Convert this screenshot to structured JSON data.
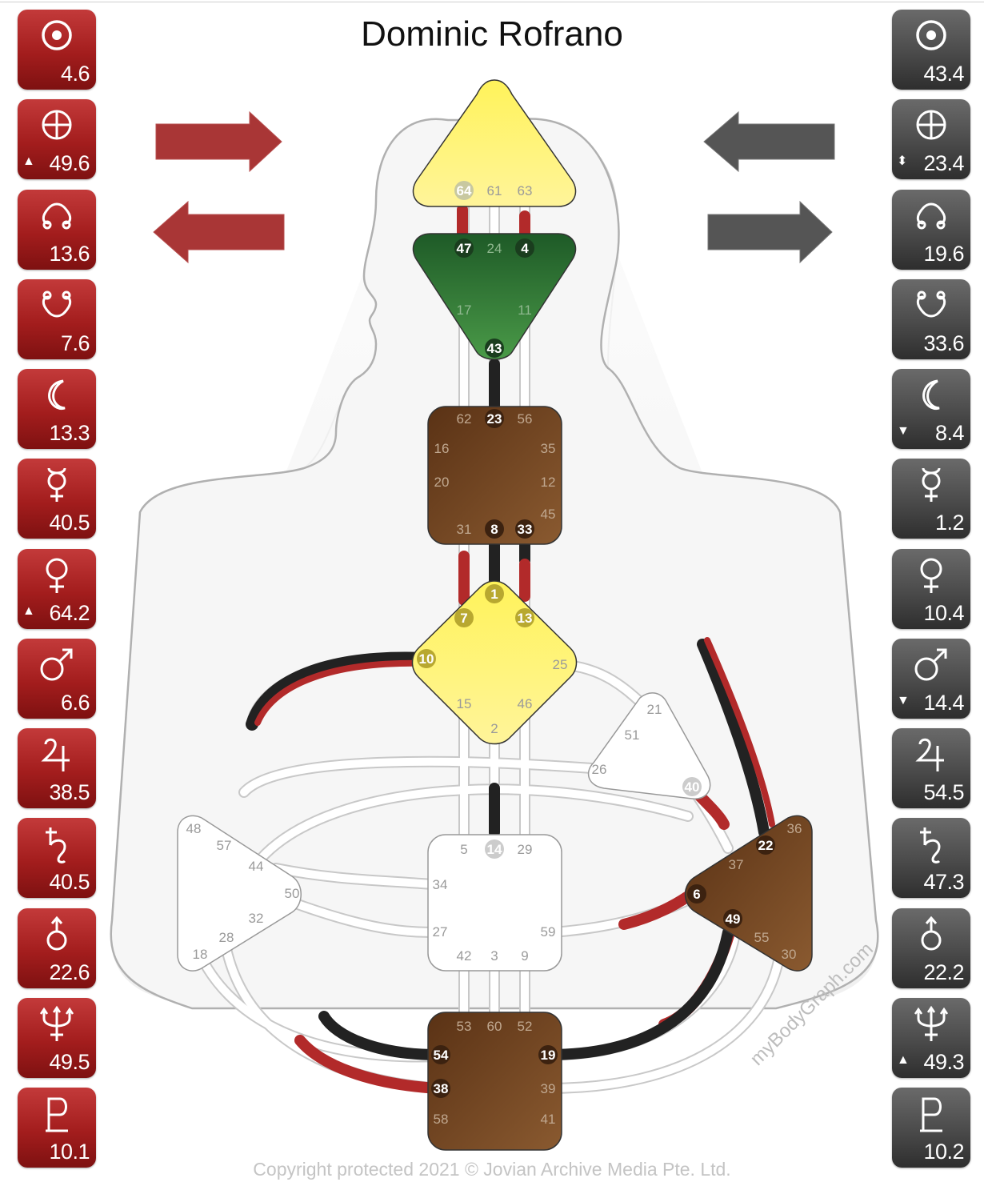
{
  "title": "Dominic Rofrano",
  "watermark": "myBodyGraph.com",
  "copyright": "Copyright protected 2021 © Jovian Archive Media Pte. Ltd.",
  "colors": {
    "design": "#b22a2a",
    "personality": "#2a2a2a",
    "head": "#fff05a",
    "ajna": "#2e7d35",
    "brown": "#6b3f1f",
    "open": "#ffffff"
  },
  "design_planets": [
    {
      "icon": "sun-icon",
      "value": "4.6",
      "mark": ""
    },
    {
      "icon": "earth-icon",
      "value": "49.6",
      "mark": "▲"
    },
    {
      "icon": "north-node-icon",
      "value": "13.6",
      "mark": ""
    },
    {
      "icon": "south-node-icon",
      "value": "7.6",
      "mark": ""
    },
    {
      "icon": "moon-icon",
      "value": "13.3",
      "mark": ""
    },
    {
      "icon": "mercury-icon",
      "value": "40.5",
      "mark": ""
    },
    {
      "icon": "venus-icon",
      "value": "64.2",
      "mark": "▲"
    },
    {
      "icon": "mars-icon",
      "value": "6.6",
      "mark": ""
    },
    {
      "icon": "jupiter-icon",
      "value": "38.5",
      "mark": ""
    },
    {
      "icon": "saturn-icon",
      "value": "40.5",
      "mark": ""
    },
    {
      "icon": "uranus-icon",
      "value": "22.6",
      "mark": ""
    },
    {
      "icon": "neptune-icon",
      "value": "49.5",
      "mark": ""
    },
    {
      "icon": "pluto-icon",
      "value": "10.1",
      "mark": ""
    }
  ],
  "personality_planets": [
    {
      "icon": "sun-icon",
      "value": "43.4",
      "mark": ""
    },
    {
      "icon": "earth-icon",
      "value": "23.4",
      "mark": "⬍"
    },
    {
      "icon": "north-node-icon",
      "value": "19.6",
      "mark": ""
    },
    {
      "icon": "south-node-icon",
      "value": "33.6",
      "mark": ""
    },
    {
      "icon": "moon-icon",
      "value": "8.4",
      "mark": "▼"
    },
    {
      "icon": "mercury-icon",
      "value": "1.2",
      "mark": ""
    },
    {
      "icon": "venus-icon",
      "value": "10.4",
      "mark": ""
    },
    {
      "icon": "mars-icon",
      "value": "14.4",
      "mark": "▼"
    },
    {
      "icon": "jupiter-icon",
      "value": "54.5",
      "mark": ""
    },
    {
      "icon": "saturn-icon",
      "value": "47.3",
      "mark": ""
    },
    {
      "icon": "uranus-icon",
      "value": "22.2",
      "mark": ""
    },
    {
      "icon": "neptune-icon",
      "value": "49.3",
      "mark": "▲"
    },
    {
      "icon": "pluto-icon",
      "value": "10.2",
      "mark": ""
    }
  ],
  "centers": [
    {
      "name": "head",
      "defined": true,
      "gates": [
        "64",
        "61",
        "63"
      ]
    },
    {
      "name": "ajna",
      "defined": true,
      "gates": [
        "47",
        "24",
        "4",
        "17",
        "11",
        "43"
      ]
    },
    {
      "name": "throat",
      "defined": true,
      "gates": [
        "62",
        "23",
        "56",
        "16",
        "35",
        "20",
        "12",
        "45",
        "31",
        "8",
        "33"
      ]
    },
    {
      "name": "g",
      "defined": true,
      "gates": [
        "1",
        "7",
        "13",
        "10",
        "25",
        "15",
        "46",
        "2"
      ]
    },
    {
      "name": "heart",
      "defined": false,
      "gates": [
        "21",
        "51",
        "26",
        "40"
      ]
    },
    {
      "name": "spleen",
      "defined": false,
      "gates": [
        "48",
        "57",
        "44",
        "50",
        "32",
        "28",
        "18"
      ]
    },
    {
      "name": "sacral",
      "defined": false,
      "gates": [
        "5",
        "14",
        "29",
        "34",
        "27",
        "59",
        "42",
        "3",
        "9"
      ]
    },
    {
      "name": "solar-plexus",
      "defined": true,
      "gates": [
        "36",
        "22",
        "37",
        "6",
        "49",
        "55",
        "30"
      ]
    },
    {
      "name": "root",
      "defined": true,
      "gates": [
        "53",
        "60",
        "52",
        "54",
        "19",
        "38",
        "39",
        "58",
        "41"
      ]
    }
  ],
  "active_gates": {
    "design": [
      "64",
      "47",
      "4",
      "13",
      "7",
      "10",
      "40",
      "6",
      "49",
      "38"
    ],
    "personality": [
      "43",
      "23",
      "8",
      "33",
      "1",
      "14",
      "22",
      "54",
      "19"
    ]
  }
}
